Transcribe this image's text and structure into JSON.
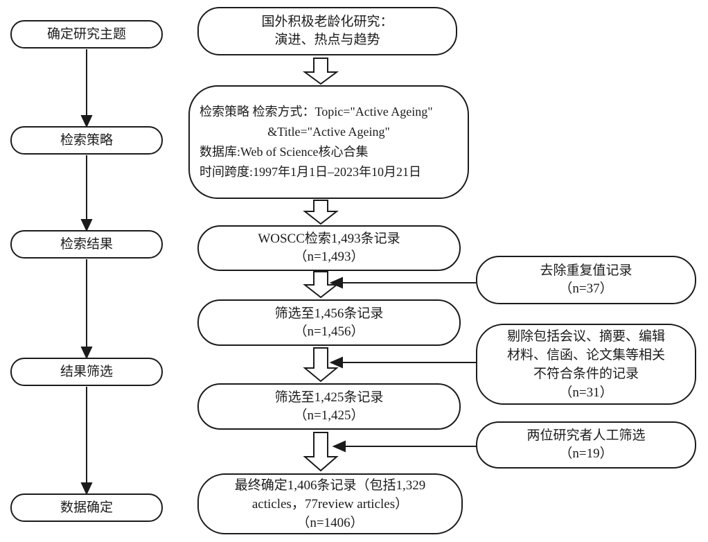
{
  "page": {
    "background_color": "#ffffff",
    "stroke_color": "#1b1b1b"
  },
  "left_column": {
    "steps": [
      {
        "label": "确定研究主题"
      },
      {
        "label": "检索策略"
      },
      {
        "label": "检索结果"
      },
      {
        "label": "结果筛选"
      },
      {
        "label": "数据确定"
      }
    ]
  },
  "center_column": {
    "boxes": [
      {
        "lines": [
          "国外积极老龄化研究：",
          "演进、热点与趋势"
        ]
      },
      {
        "lines": [
          "检索策略 检索方式：Topic=\"Active Ageing\"",
          "&Title=\"Active Ageing\"",
          "数据库:Web of Science核心合集",
          "时间跨度:1997年1月1日–2023年10月21日"
        ]
      },
      {
        "lines": [
          "WOSCC检索1,493条记录",
          "（n=1,493）"
        ]
      },
      {
        "lines": [
          "筛选至1,456条记录",
          "（n=1,456）"
        ]
      },
      {
        "lines": [
          "筛选至1,425条记录",
          "（n=1,425）"
        ]
      },
      {
        "lines": [
          "最终确定1,406条记录（包括1,329",
          "acticles，77review articles）",
          "（n=1406）"
        ]
      }
    ]
  },
  "right_column": {
    "boxes": [
      {
        "lines": [
          "去除重复值记录",
          "（n=37）"
        ]
      },
      {
        "lines": [
          "剔除包括会议、摘要、编辑",
          "材料、信函、论文集等相关",
          "不符合条件的记录",
          "（n=31）"
        ]
      },
      {
        "lines": [
          "两位研究者人工筛选",
          "（n=19）"
        ]
      }
    ]
  }
}
